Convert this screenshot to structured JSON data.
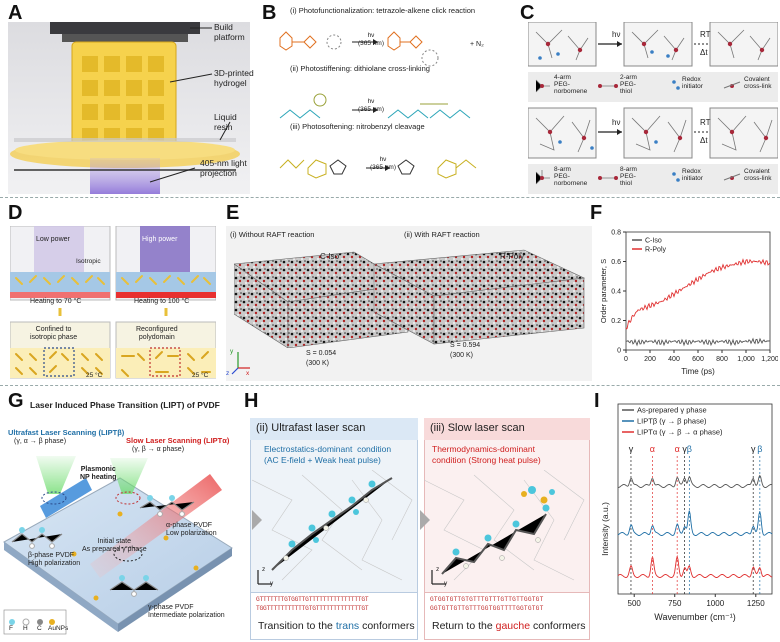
{
  "panels": {
    "A": {
      "letter": "A",
      "labels": {
        "build_platform": "Build\nplatform",
        "hydrogel": "3D-printed\nhydrogel",
        "resin": "Liquid\nresin",
        "projection": "405-nm light\nprojection"
      }
    },
    "B": {
      "letter": "B",
      "steps": [
        "(i) Photofunctionalization: tetrazole-alkene click reaction",
        "(ii) Photostiffening: dithiolane cross-linking",
        "(iii) Photosoftening: nitrobenzyl cleavage"
      ],
      "arrow_label": "hν\n(365 nm)",
      "n2": "+ N₂"
    },
    "C": {
      "letter": "C",
      "arrow_top": "hν",
      "rt": "RT",
      "dt": "Δt",
      "legend1": [
        "4-arm\nPEG-\nnorbornene",
        "2-arm\nPEG-\nthiol",
        "Redox\ninitiator",
        "Covalent\ncross-link"
      ],
      "legend2": [
        "8-arm\nPEG-\nnorbornene",
        "8-arm\nPEG-\nthiol",
        "Redox\ninitiator",
        "Covalent\ncross-link"
      ]
    },
    "D": {
      "letter": "D",
      "low_power": "Low power",
      "high_power": "High power",
      "isotropic": "Isotropic",
      "heat70": "Heating to 70 °C",
      "heat100": "Heating to 100 °C",
      "confined": "Confined to\nisotropic phase",
      "reconfigured": "Reconfigured\npolydomain",
      "t25a": "25 °C",
      "t25b": "25 °C"
    },
    "E": {
      "letter": "E",
      "left_title": "(i)   Without RAFT reaction",
      "right_title": "(ii)   With RAFT reaction",
      "left_label": "C-Iso",
      "right_label": "R-Poly",
      "left_s": "S = 0.054",
      "left_k": "(300 K)",
      "right_s": "S = 0.594",
      "right_k": "(300 K)",
      "axes": [
        "z",
        "x",
        "y"
      ]
    },
    "F": {
      "letter": "F"
    },
    "G": {
      "letter": "G",
      "title": "Laser Induced Phase Transition (LIPT) of PVDF",
      "ultrafast": "Ultrafast Laser Scanning (LIPTβ)",
      "ultrafast_sub": "(γ, α → β phase)",
      "slow": "Slow Laser Scanning (LIPTα)",
      "slow_sub": "(γ, β → α phase)",
      "plasmonic": "Plasmonic\nNP heating",
      "alpha": "α-phase PVDF\nLow polarization",
      "beta": "β-phase PVDF\nHigh polarization",
      "initial": "Initial state\nAs prepared γ phase",
      "gamma": "γ-phase PVDF\nIntermediate polarization",
      "legend": [
        "F",
        "H",
        "C",
        "AuNPs"
      ]
    },
    "H": {
      "letter": "H",
      "ultrafast_title": "(ii) Ultrafast laser scan",
      "slow_title": "(iii) Slow laser scan",
      "ultrafast_cond": "Electrostatics-dominant  condition\n(AC E-field + Weak heat pulse)",
      "slow_cond": "Thermodynamics-dominant\ncondition (Strong heat pulse)",
      "seq_left_1": "GTTTTTTTGTGGTTGTTTTTTTTTTTTTTTGT",
      "seq_left_2": "TGGTTTTTTTTTTTGTGTTTTTTTTTTTTTGT",
      "seq_right_1": "GTGGTGTTGTGTTTGTTTGTTGTTGGTGT",
      "seq_right_2": "GGTGTTGTTGTTTGGTGGTTTTGGTGTGT",
      "caption_left_pre": "Transition to the ",
      "caption_left_hl": "trans",
      "caption_left_post": " conformers",
      "caption_right_pre": "Return to the ",
      "caption_right_hl": "gauche",
      "caption_right_post": " conformers",
      "axes": [
        "z",
        "y"
      ]
    },
    "I": {
      "letter": "I"
    }
  },
  "chart_data": [
    {
      "type": "line",
      "panel": "F",
      "xlabel": "Time (ps)",
      "ylabel": "Order parameter, S",
      "xlim": [
        0,
        1200
      ],
      "ylim": [
        0,
        0.8
      ],
      "xticks": [
        "0",
        "200",
        "400",
        "600",
        "800",
        "1,000",
        "1,200"
      ],
      "yticks": [
        "0",
        "0.2",
        "0.4",
        "0.6",
        "0.8"
      ],
      "legend_position": "top-left",
      "series": [
        {
          "name": "C-Iso",
          "color": "#555555",
          "x": [
            0,
            100,
            200,
            300,
            400,
            500,
            600,
            700,
            800,
            900,
            1000,
            1100,
            1200
          ],
          "y": [
            0.06,
            0.05,
            0.06,
            0.05,
            0.06,
            0.05,
            0.06,
            0.05,
            0.06,
            0.05,
            0.06,
            0.06,
            0.06
          ]
        },
        {
          "name": "R-Poly",
          "color": "#e03030",
          "x": [
            0,
            50,
            100,
            200,
            300,
            400,
            500,
            600,
            700,
            800,
            900,
            1000,
            1100,
            1200
          ],
          "y": [
            0.15,
            0.22,
            0.27,
            0.3,
            0.33,
            0.38,
            0.43,
            0.48,
            0.53,
            0.56,
            0.58,
            0.6,
            0.6,
            0.59
          ]
        }
      ]
    },
    {
      "type": "line",
      "panel": "I",
      "xlabel": "Wavenumber (cm⁻¹)",
      "ylabel": "Intensity (a.u.)",
      "xlim": [
        400,
        1350
      ],
      "xticks": [
        "500",
        "750",
        "1000",
        "1250"
      ],
      "legend_position": "top",
      "series": [
        {
          "name": "As-prepared γ phase",
          "color": "#555555"
        },
        {
          "name": "LIPTβ (γ → β phase)",
          "color": "#1f6fa6"
        },
        {
          "name": "LIPTα (γ → β → α phase)",
          "color": "#e03030"
        }
      ],
      "peak_labels": [
        {
          "text": "γ",
          "x": 480,
          "color": "#222"
        },
        {
          "text": "α",
          "x": 612,
          "color": "#e03030"
        },
        {
          "text": "α",
          "x": 765,
          "color": "#e03030"
        },
        {
          "text": "γ",
          "x": 811,
          "color": "#222"
        },
        {
          "text": "β",
          "x": 840,
          "color": "#1f6fa6"
        },
        {
          "text": "γ",
          "x": 1234,
          "color": "#222"
        },
        {
          "text": "β",
          "x": 1275,
          "color": "#1f6fa6"
        }
      ]
    }
  ]
}
